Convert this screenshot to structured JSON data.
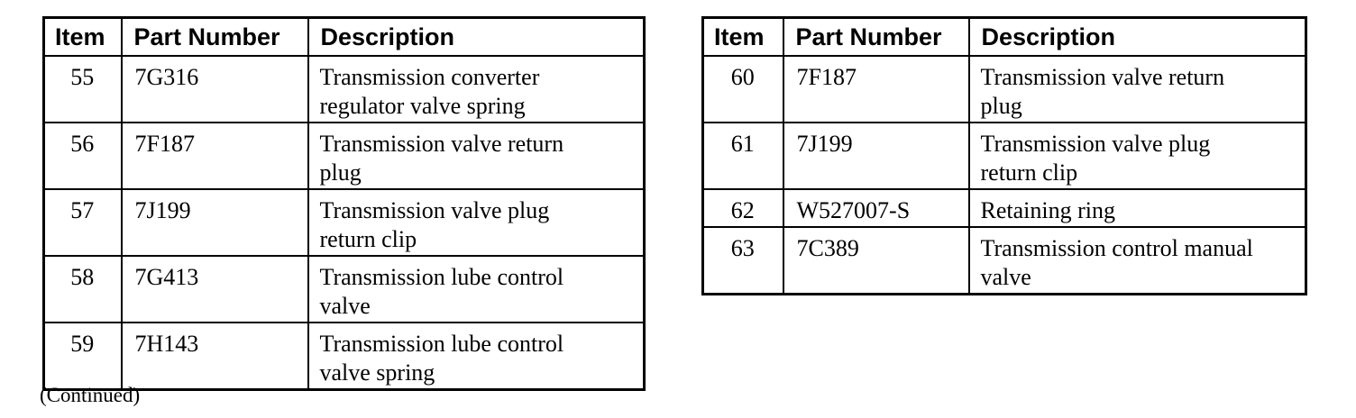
{
  "page": {
    "background": "#ffffff",
    "text_color": "#000000",
    "border_color": "#000000"
  },
  "left_table": {
    "columns": [
      "Item",
      "Part Number",
      "Description"
    ],
    "rows": [
      {
        "item": "55",
        "part_number": "7G316",
        "description": "Transmission converter\nregulator valve spring"
      },
      {
        "item": "56",
        "part_number": "7F187",
        "description": "Transmission valve return\nplug"
      },
      {
        "item": "57",
        "part_number": "7J199",
        "description": "Transmission valve plug\nreturn clip"
      },
      {
        "item": "58",
        "part_number": "7G413",
        "description": "Transmission lube control\nvalve"
      },
      {
        "item": "59",
        "part_number": "7H143",
        "description": "Transmission lube control\nvalve spring"
      }
    ],
    "footer_note": "(Continued)"
  },
  "right_table": {
    "columns": [
      "Item",
      "Part Number",
      "Description"
    ],
    "rows": [
      {
        "item": "60",
        "part_number": "7F187",
        "description": "Transmission valve return\nplug"
      },
      {
        "item": "61",
        "part_number": "7J199",
        "description": "Transmission valve plug\nreturn clip"
      },
      {
        "item": "62",
        "part_number": "W527007-S",
        "description": "Retaining ring"
      },
      {
        "item": "63",
        "part_number": "7C389",
        "description": "Transmission control manual\nvalve"
      }
    ]
  }
}
